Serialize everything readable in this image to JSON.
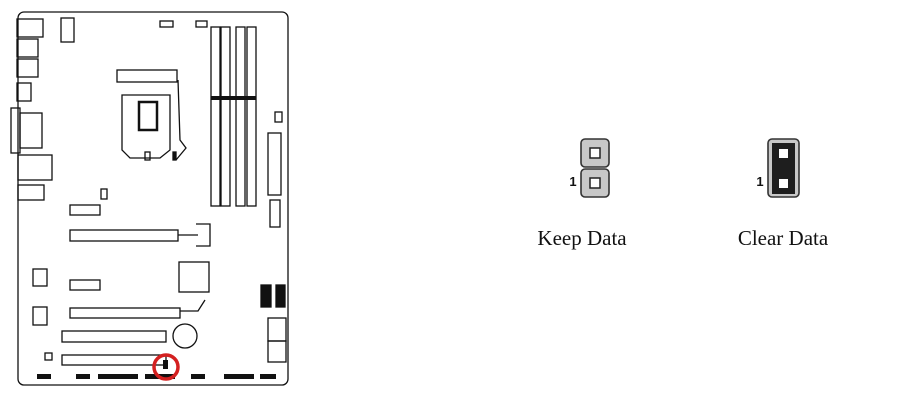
{
  "jumpers": [
    {
      "label": "Keep Data",
      "pin_label": "1",
      "state": "open",
      "fill": "#c8c8c8"
    },
    {
      "label": "Clear Data",
      "pin_label": "1",
      "state": "closed",
      "fill": "#1e1e1e"
    }
  ],
  "colors": {
    "highlight": "#d42020",
    "line": "#111111"
  }
}
